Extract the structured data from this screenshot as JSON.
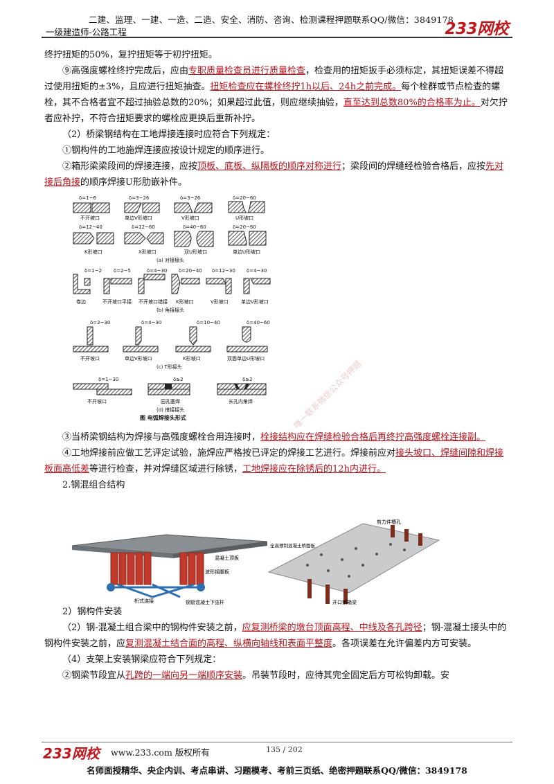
{
  "header": {
    "top": "二建、监理、一建、一造、二造、安全、消防、咨询、检测课程押题联系QQ/微信：3849178",
    "subtitle": "一级建造师-公路工程",
    "logo": "233网校"
  },
  "paragraphs": {
    "p1": "终拧扭矩的50%，复拧扭矩等于初拧扭矩。",
    "p2": {
      "t1": "⑨高强度螺栓终拧完成后，应由",
      "h1": "专职质量检查员进行质量检查",
      "t2": "，检查用的扭矩扳手必须标定，其扭矩误差不得超过使用扭矩的±3%，且应进行扭矩抽查。",
      "h2": "扭矩检查应在螺栓终拧1h以后、24h之前完成。",
      "t3": "每个栓群或节点检查的螺栓，其不合格者宜不超过抽验总数的20%；如果超过此值，则应继续抽验，",
      "h3": "直至达到总数80%的合格率为止。",
      "t4": "对欠拧者应补拧，不符合扭矩要求的螺栓应更换后重新补拧。"
    },
    "p3": "（2）桥梁钢结构在工地焊接连接时应符合下列规定：",
    "p4": "①钢构件的工地施焊连接应按设计规定的顺序进行。",
    "p5": {
      "t1": "②箱形梁梁段间的焊接连接，应按",
      "h1": "顶板、底板、纵隔板的顺序对称进行",
      "t2": "；梁段间的焊缝经检验合格后，应按",
      "h2": "先对接后角接",
      "t3": "的顺序焊接U形肋嵌补件。"
    },
    "p6": {
      "t1": "③当桥梁钢结构为焊接与高强度螺栓合用连接时，",
      "h1": "栓接结构应在焊缝检验合格后再终拧高强度螺栓连接副。"
    },
    "p7": {
      "t1": "④工地焊接前应做工艺评定试验，施焊应严格按已评定的焊接工艺进行。焊接前应对",
      "h1": "接头坡口、焊缝间隙和焊接板面高低差",
      "t2": "等进行检查，并对焊缝区域进行除锈，",
      "h2": "工地焊接应在除锈后的12h内进行。"
    },
    "p8": "2.钢混组合结构",
    "p9": "2）钢构件安装",
    "p10": {
      "t1": "（2）钢-混凝土组合梁中的钢构件安装之前，",
      "h1": "应复测桥梁的墩台顶面高程、中线及各孔跨径",
      "t2": "；钢-混凝土接头中的钢构件安装之前，应",
      "h2": "复测混凝土结合面的高程、纵横向轴线和表面平整度",
      "t3": "。各项误差在允许偏差内方可安装。"
    },
    "p11": "（4）支架上安装钢梁应符合下列规定：",
    "p12": {
      "t1": "②钢梁节段宜从",
      "h1": "孔跨的一端向另一端顺序安装",
      "t2": "。吊装节段时，应待其完全固定后方可松钩卸载。安"
    }
  },
  "weld_figure": {
    "row_a": {
      "top": [
        {
          "spec": "δ=1~6",
          "label": "不开坡口"
        },
        {
          "spec": "δ=3~26",
          "label": "单边V形坡口"
        },
        {
          "spec": "δ=3~26",
          "label": "V形坡口"
        },
        {
          "spec": "δ=20~60",
          "label": "U形坡口"
        }
      ],
      "bottom": [
        {
          "spec": "δ=12~40",
          "label": "K形坡口"
        },
        {
          "spec": "δ=12~60",
          "label": "X形坡口"
        },
        {
          "spec": "δ=40~60",
          "label": "双U形坡口"
        },
        {
          "spec": "δ=20~60",
          "label": "单边U形坡口"
        }
      ],
      "caption": "(a) 对接接头"
    },
    "row_b": {
      "items": [
        {
          "spec": "δ=1~2",
          "label": "卷边"
        },
        {
          "spec": "δ=2~5",
          "label": "不开坡口平接"
        },
        {
          "spec": "δ=4~30",
          "label": "不开坡口错接"
        },
        {
          "spec": "δ=20~40",
          "label": "K形坡口"
        },
        {
          "spec": "δ=12~30",
          "label": "V形坡口"
        },
        {
          "spec": "δ=4~30",
          "label": "单边V形坡口"
        }
      ],
      "caption": "(b) 角接接头"
    },
    "row_c": {
      "items": [
        {
          "spec": "δ=2~30",
          "label": "不开坡口"
        },
        {
          "spec": "δ=4~30",
          "label": "单边V形坡口"
        },
        {
          "spec": "δ=10~40",
          "label": "K形坡口"
        },
        {
          "spec": "δ=40~60",
          "label": "双面单边U形坡口"
        }
      ],
      "caption": "(c) T形接头"
    },
    "row_d": {
      "items": [
        {
          "spec": "δ=1~30",
          "label": "不开坡口"
        },
        {
          "spec": "δ≥2",
          "label": "园孔塞焊"
        },
        {
          "spec": "δ≥2",
          "label": "长孔内角焊"
        }
      ],
      "caption": "(d) 搭接接头"
    },
    "figure_title": "图      电弧焊接头形式"
  },
  "bridge_figure": {
    "labels": {
      "top_slab": "混凝土顶板",
      "web": "波形钢腹板",
      "truss": "桁式连接",
      "bottom_chord": "钢管混凝土下弦杆"
    }
  },
  "box_figure": {
    "labels": {
      "shear": "剪力件槽孔",
      "deck": "全高预制混凝土桥面板",
      "girder": "开口钢箱梁"
    }
  },
  "watermark": "唯一联系微信公众号押题",
  "footer": {
    "logo": "233网校",
    "site": "www.233.com 版权所有",
    "page": "135 / 202",
    "bottom": "名师面授精华、央企内训、考点串讲、习题模考、考前三页纸、绝密押题联系QQ/微信：3849178"
  },
  "colors": {
    "highlight": "#b3121b",
    "brand": "#c0171d",
    "steel": "#c0392b",
    "girder": "#7b2d1e"
  }
}
